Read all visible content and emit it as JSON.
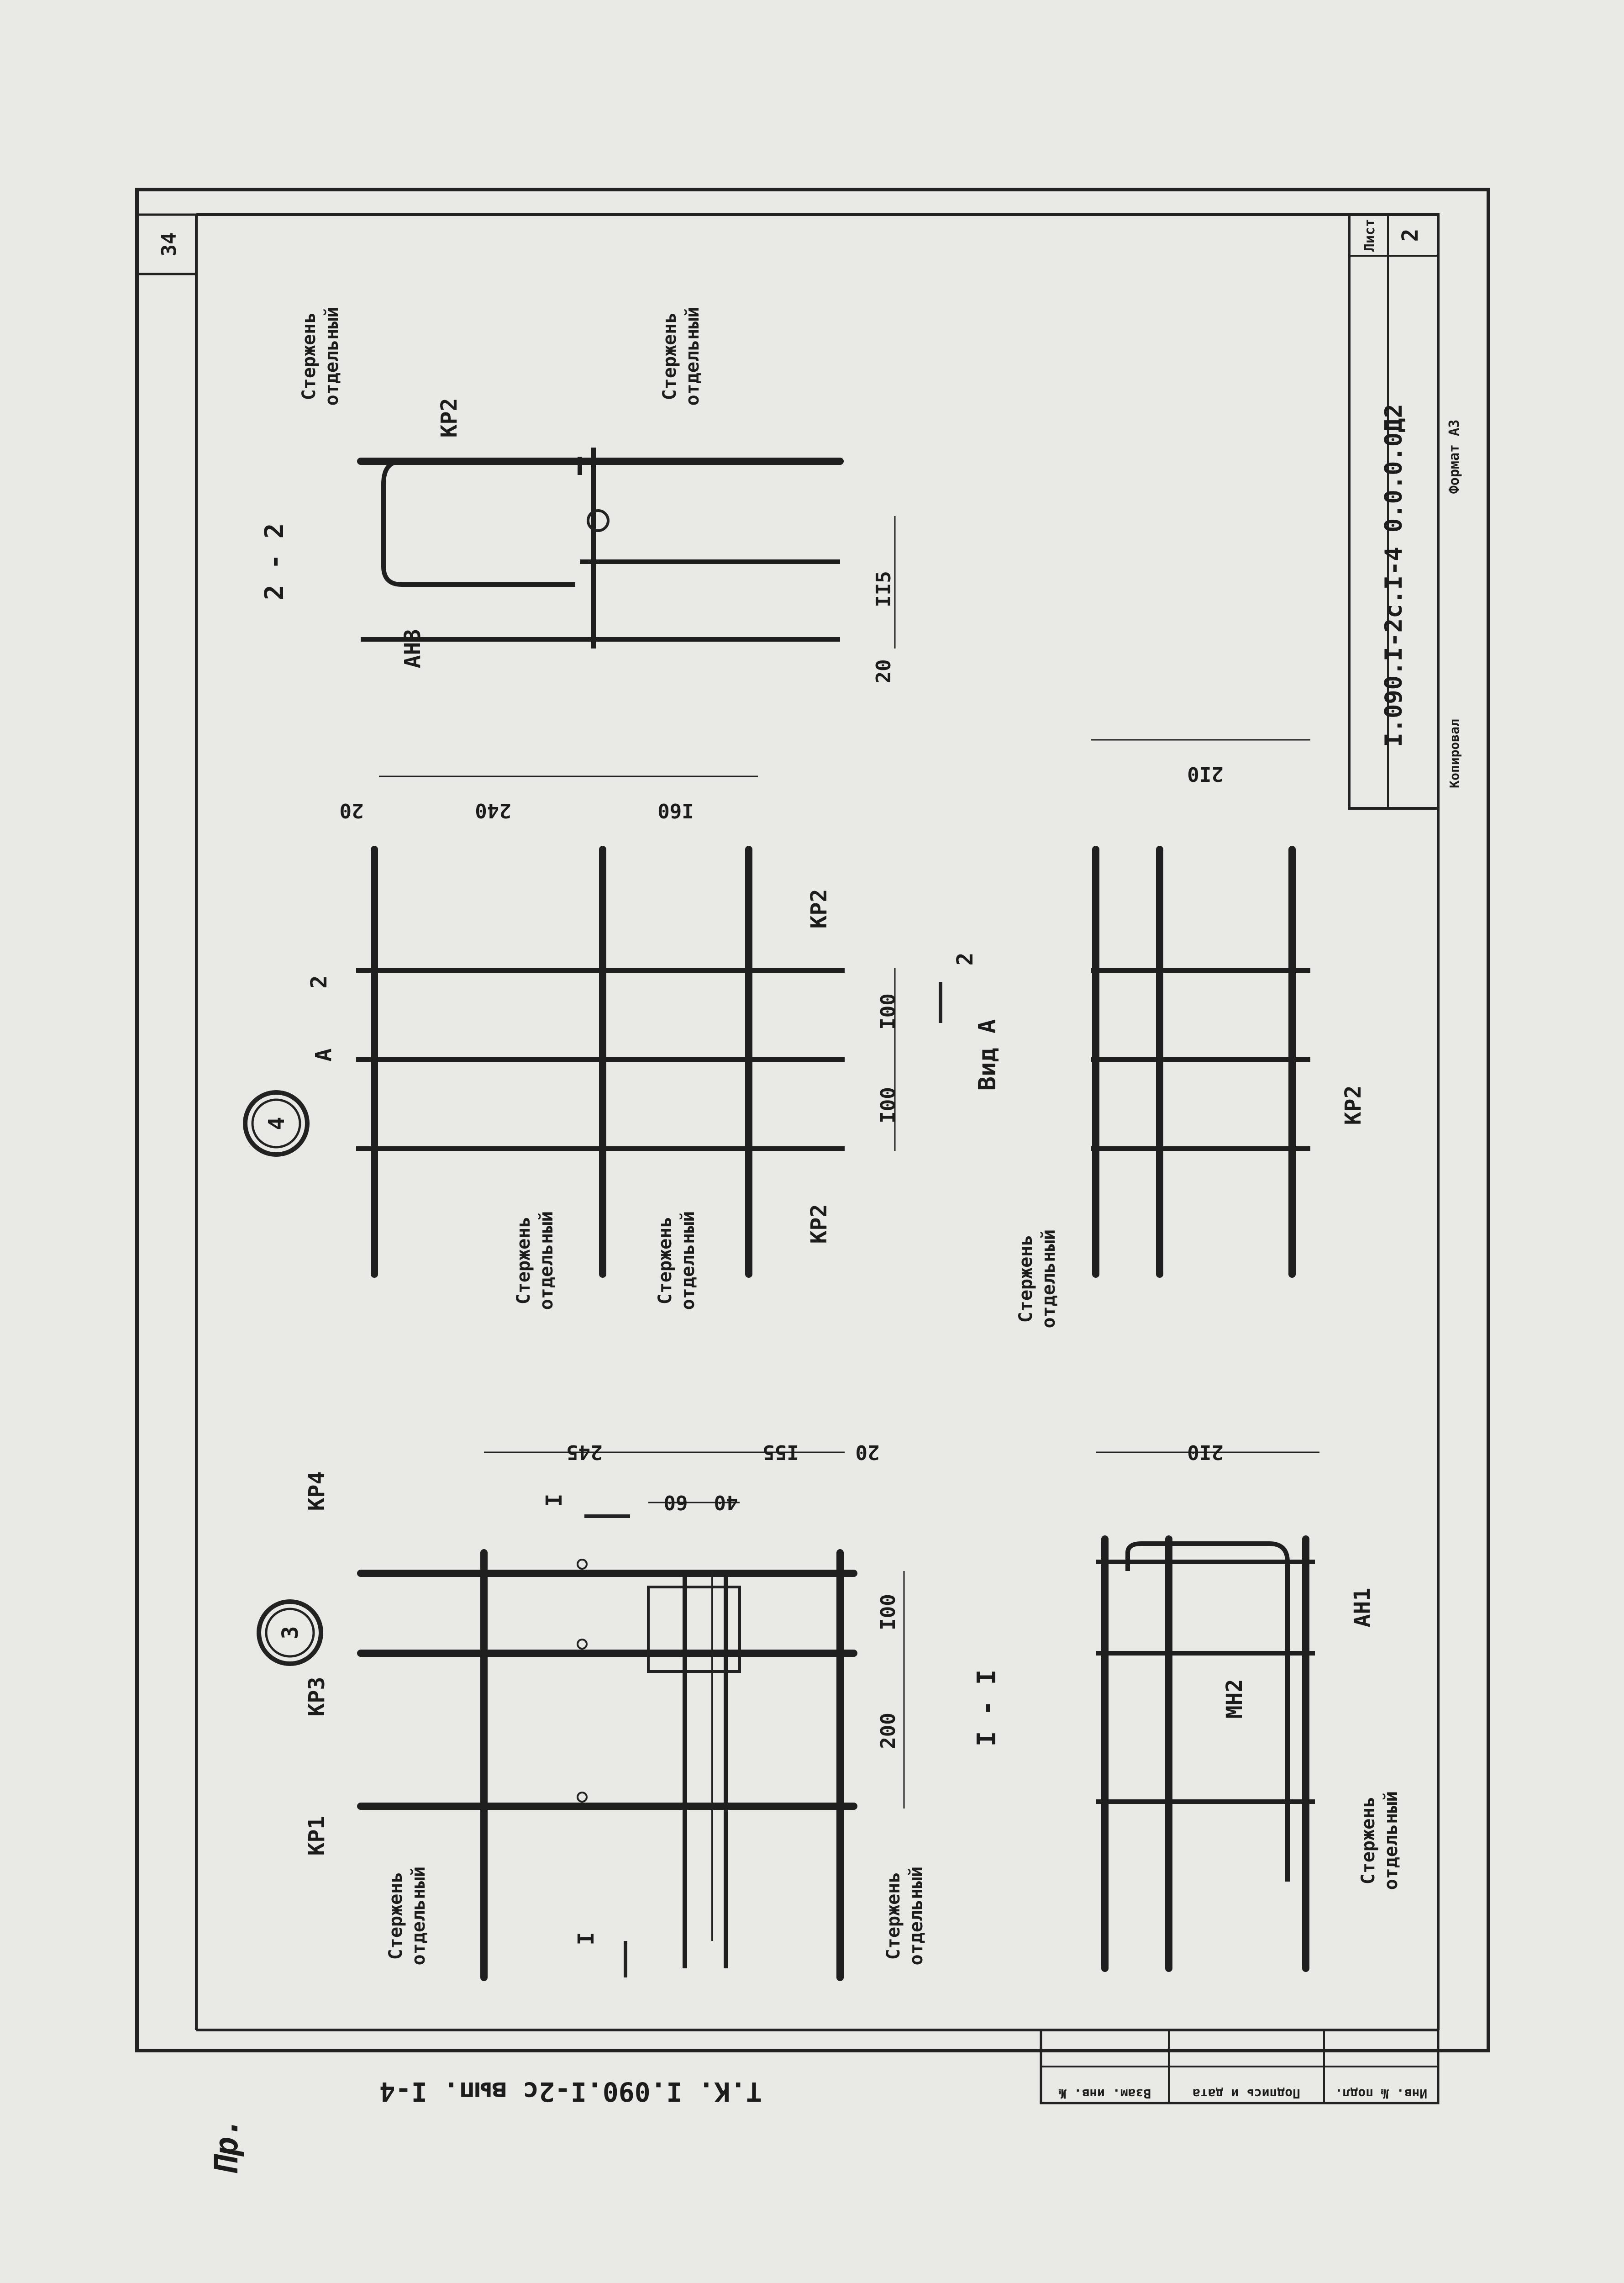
{
  "sheet": {
    "page_number": "34",
    "list_label": "Лист",
    "list_number": "2",
    "designation": "I.090.I-2c.I-4 0.0.0.0Д2",
    "kopiroval": "Копировал",
    "format": "Формат А3",
    "series": "Т.К. I.090.I-2с вып. I-4",
    "signature": "Пр.",
    "stamp": {
      "inv_podl": "Инв. № подл.",
      "podpis_data": "Подпись и дата",
      "vzam_inv": "Взам. инв. №"
    }
  },
  "node3": {
    "number": "3",
    "labels": {
      "kp1": "КР1",
      "kp3": "КР3",
      "kp4": "КР4",
      "sterzhen_left_1": "Стержень",
      "sterzhen_left_2": "отдельный",
      "sterzhen_bottom_1": "Стержень",
      "sterzhen_bottom_2": "отдельный",
      "section_mark": "I"
    },
    "dims": {
      "d200": "200",
      "d100": "I00",
      "d245": "245",
      "d155": "I55",
      "d20": "20",
      "d60": "60",
      "d40": "40"
    }
  },
  "section11": {
    "title": "I - I",
    "labels": {
      "ah1": "АН1",
      "mh2": "МН2",
      "sterzhen_1": "Стержень",
      "sterzhen_2": "отдельный"
    },
    "dims": {
      "d210": "2I0"
    }
  },
  "node4": {
    "number": "4",
    "labels": {
      "kp2_top": "КР2",
      "kp2_bottom": "КР2",
      "sterzhen_a_1": "Стержень",
      "sterzhen_a_2": "отдельный",
      "sterzhen_b_1": "Стержень",
      "sterzhen_b_2": "отдельный",
      "section_mark": "2",
      "view_arrow": "А"
    },
    "dims": {
      "d100a": "I00",
      "d100b": "I00",
      "d20": "20",
      "d240": "240",
      "d160": "I60"
    }
  },
  "viewA": {
    "title": "Вид А",
    "labels": {
      "kp2": "КР2",
      "sterzhen_1": "Стержень",
      "sterzhen_2": "отдельный"
    },
    "dims": {
      "d210": "2I0"
    }
  },
  "section22": {
    "title": "2 - 2",
    "labels": {
      "ah3": "АН3",
      "kp2": "КР2",
      "sterzhen_top_1": "Стержень",
      "sterzhen_top_2": "отдельный",
      "sterzhen_bot_1": "Стержень",
      "sterzhen_bot_2": "отдельный"
    },
    "dims": {
      "d115": "II5",
      "d20": "20"
    }
  }
}
